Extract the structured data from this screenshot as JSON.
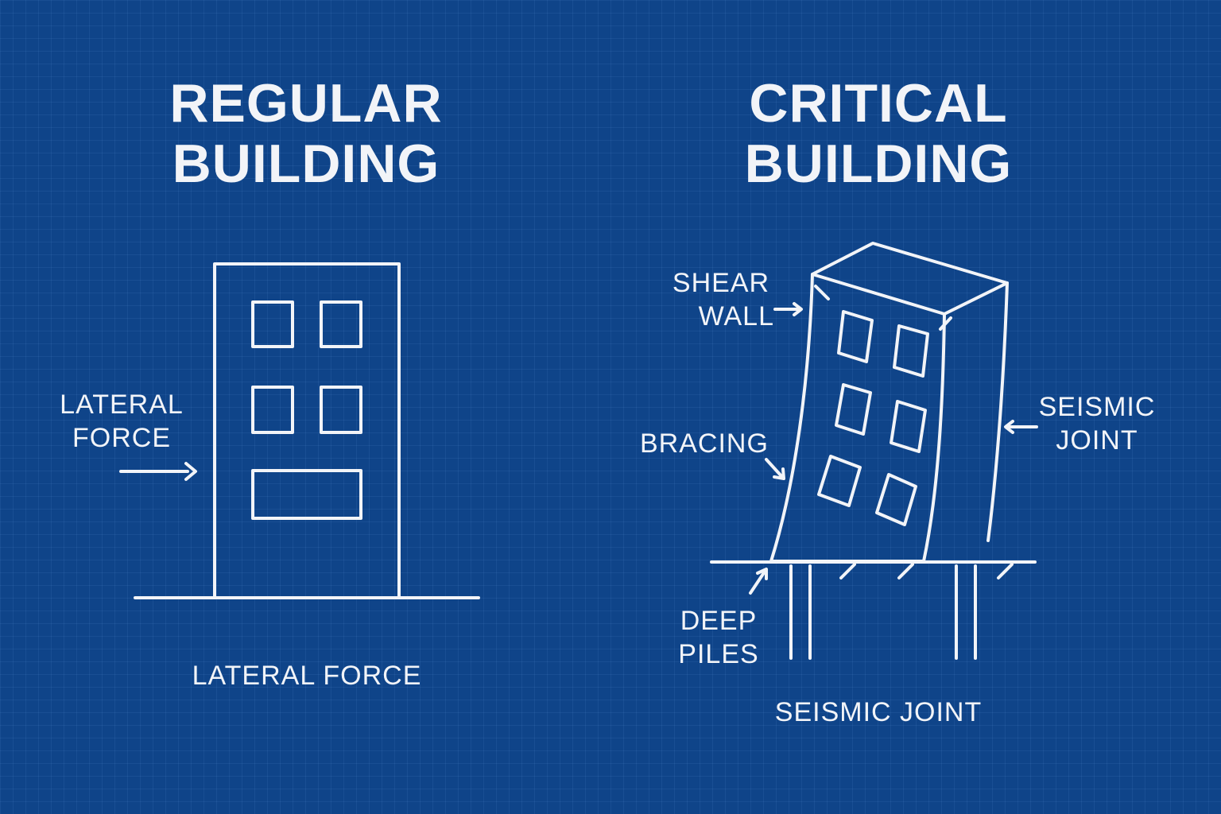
{
  "left": {
    "title": [
      "REGULAR",
      "BUILDING"
    ],
    "side_label": [
      "LATERAL",
      "FORCE"
    ],
    "caption": "LATERAL FORCE"
  },
  "right": {
    "title": [
      "CRITICAL",
      "BUILDING"
    ],
    "labels": {
      "shear_wall": [
        "SHEAR",
        "WALL"
      ],
      "bracing": "BRACING",
      "seismic_joint": [
        "SEISMIC",
        "JOINT"
      ],
      "deep_piles": [
        "DEEP",
        "PILES"
      ]
    },
    "caption": "SEISMIC JOINT"
  },
  "colors": {
    "background": "#0f4489",
    "line": "#f2f4f8",
    "grid": "#2a5ea6"
  }
}
